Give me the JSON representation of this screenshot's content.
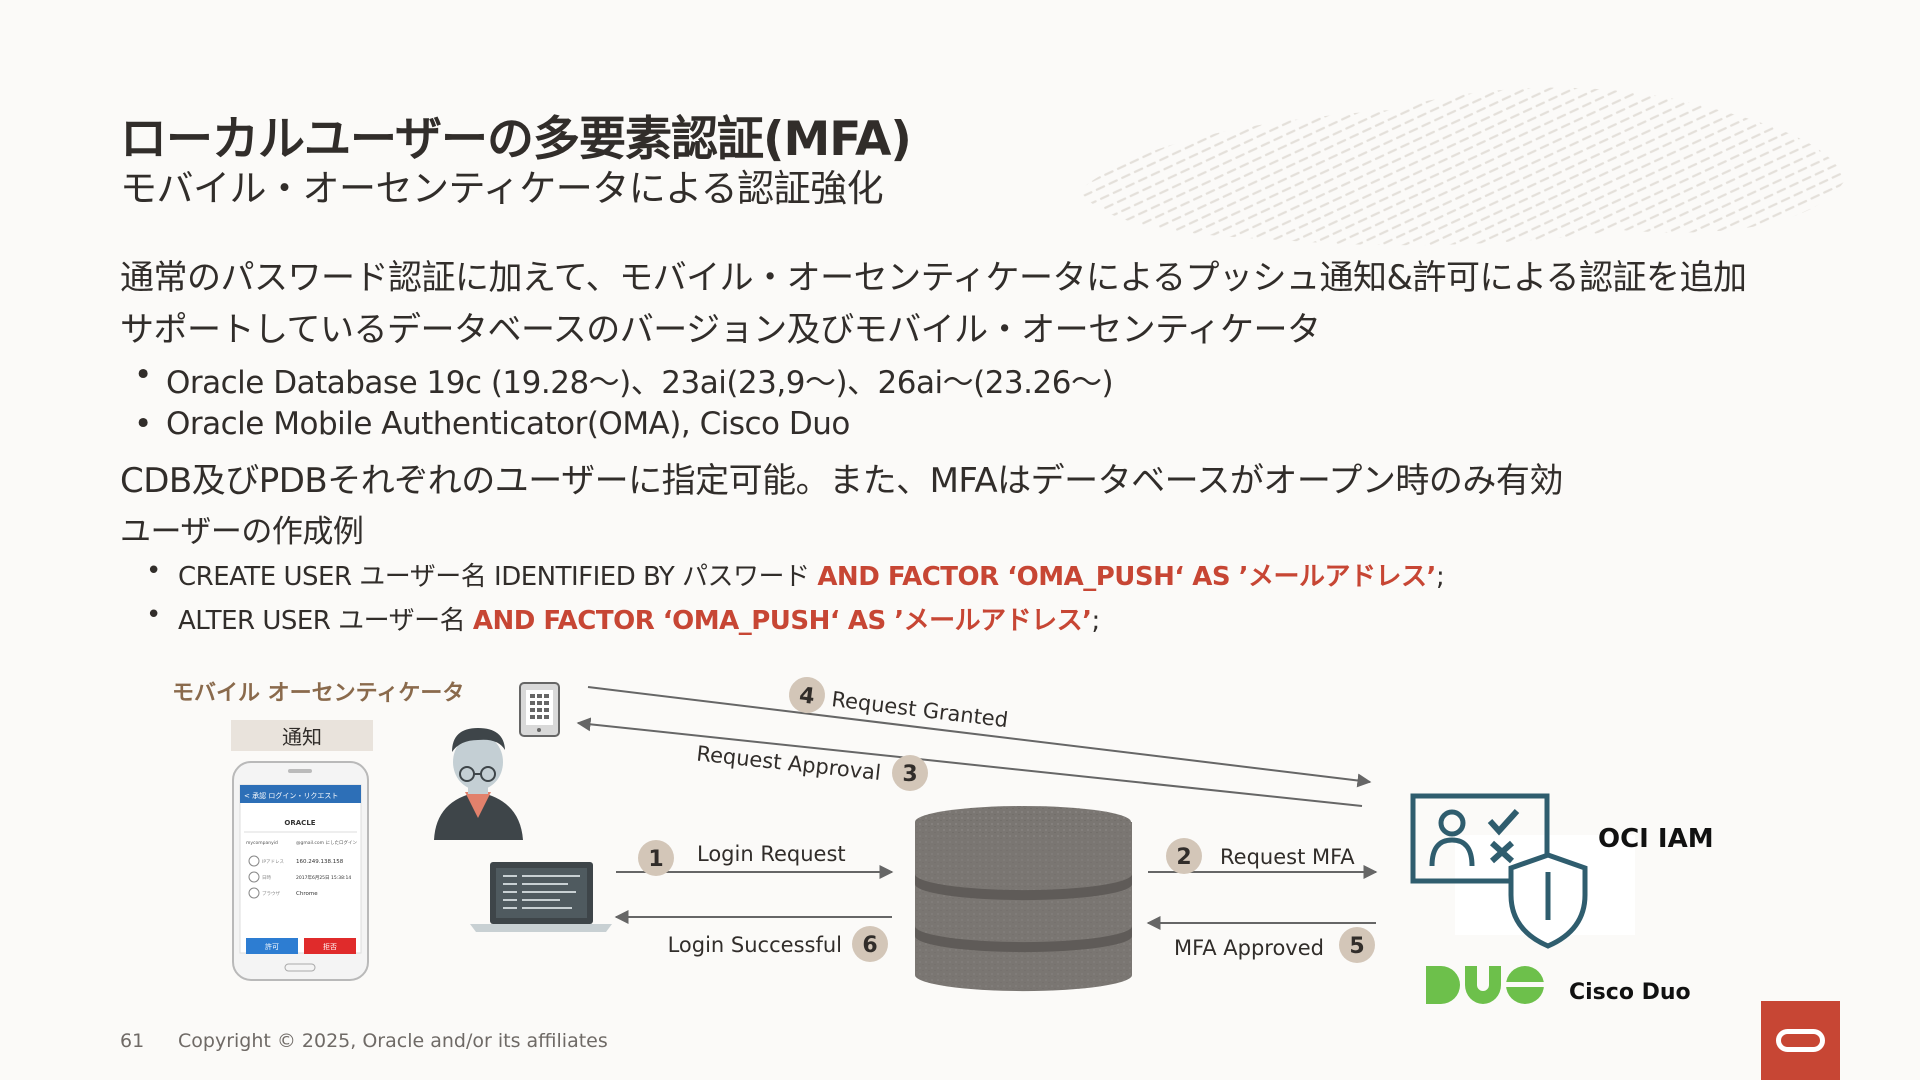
{
  "slide": {
    "title": "ローカルユーザーの多要素認証(MFA)",
    "subtitle": "モバイル・オーセンティケータによる認証強化",
    "body": {
      "line1": "通常のパスワード認証に加えて、モバイル・オーセンティケータによるプッシュ通知&許可による認証を追加",
      "line2": "サポートしているデータベースのバージョン及びモバイル・オーセンティケータ",
      "bullet1": "Oracle Database 19c (19.28～)、23ai(23,9～)、26ai～(23.26～)",
      "bullet2": "Oracle Mobile Authenticator(OMA), Cisco Duo",
      "line3": "CDB及びPDBそれぞれのユーザーに指定可能。また、MFAはデータベースがオープン時のみ有効",
      "line4": "ユーザーの作成例",
      "code1_plain": "CREATE USER ユーザー名 IDENTIFIED BY パスワード ",
      "code1_red": "AND FACTOR ‘OMA_PUSH‘ AS ’メールアドレス’",
      "code1_end": ";",
      "code2_plain": "ALTER USER ユーザー名  ",
      "code2_red": "AND FACTOR ‘OMA_PUSH‘ AS ’メールアドレス’",
      "code2_end": ";"
    },
    "diagram": {
      "authenticator_label": "モバイル オーセンティケータ",
      "notification_label": "通知",
      "phone": {
        "header": "< 承認 ログイン・リクエスト",
        "brand": "ORACLE",
        "row_user_label": "mycompanyid",
        "row_user_value": "@gmail.com にしたログイン",
        "row1_label": "IPアドレス",
        "row1_value": "160.249.138.158",
        "row2_label": "日時",
        "row2_value": "2017年6月25日 15:38:14",
        "row3_label": "ブラウザ",
        "row3_value": "Chrome",
        "approve": "許可",
        "deny": "拒否"
      },
      "steps": [
        {
          "num": "1",
          "label": "Login Request"
        },
        {
          "num": "2",
          "label": "Request MFA"
        },
        {
          "num": "3",
          "label": "Request Approval"
        },
        {
          "num": "4",
          "label": "Request Granted"
        },
        {
          "num": "5",
          "label": "MFA Approved"
        },
        {
          "num": "6",
          "label": "Login Successful"
        }
      ],
      "oci_iam": "OCI IAM",
      "cisco_duo": "Cisco Duo",
      "duo_logo": "DUO"
    },
    "footer": {
      "page": "61",
      "copyright": "Copyright © 2025, Oracle and/or its affiliates"
    }
  },
  "colors": {
    "accent_red": "#c74634",
    "badge": "#d3c6b8",
    "iam_teal": "#2f5d6e",
    "duo_green": "#6dc04b",
    "db_gray": "#7a7672"
  },
  "icons": [
    "tablet-icon",
    "user-avatar-icon",
    "laptop-icon",
    "database-icon",
    "oci-iam-shield-icon",
    "duo-logo-icon",
    "oracle-logo-icon"
  ]
}
